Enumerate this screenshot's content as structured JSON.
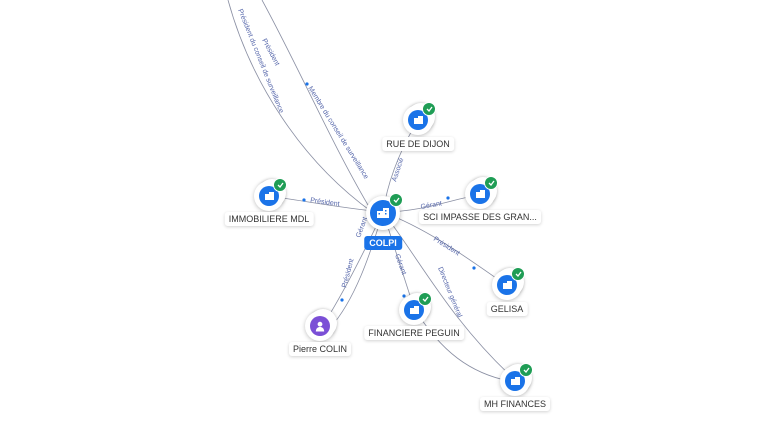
{
  "center": {
    "name": "COLPI"
  },
  "nodes": [
    {
      "id": "rue",
      "name": "RUE DE DIJON",
      "kind": "company"
    },
    {
      "id": "sci",
      "name": "SCI IMPASSE DES GRAN...",
      "kind": "company"
    },
    {
      "id": "immo",
      "name": "IMMOBILIERE MDL",
      "kind": "company"
    },
    {
      "id": "gelisa",
      "name": "GELISA",
      "kind": "company"
    },
    {
      "id": "fin",
      "name": "FINANCIERE PEGUIN",
      "kind": "company"
    },
    {
      "id": "pierre",
      "name": "Pierre COLIN",
      "kind": "person"
    },
    {
      "id": "mh",
      "name": "MH FINANCES",
      "kind": "company"
    }
  ],
  "edge_labels": {
    "top_left_1": "Président du conseil de surveillance",
    "top_left_2": "Président",
    "membre": "Membre du conseil de surveillance",
    "associe": "Associé",
    "gerant_sci": "Gérant",
    "president_immo": "Président",
    "president_gelisa": "Président",
    "gerant_fin": "Gérant",
    "directeur": "Directeur général",
    "president_pierre": "Président",
    "gerant_pierre": "Gérant"
  }
}
